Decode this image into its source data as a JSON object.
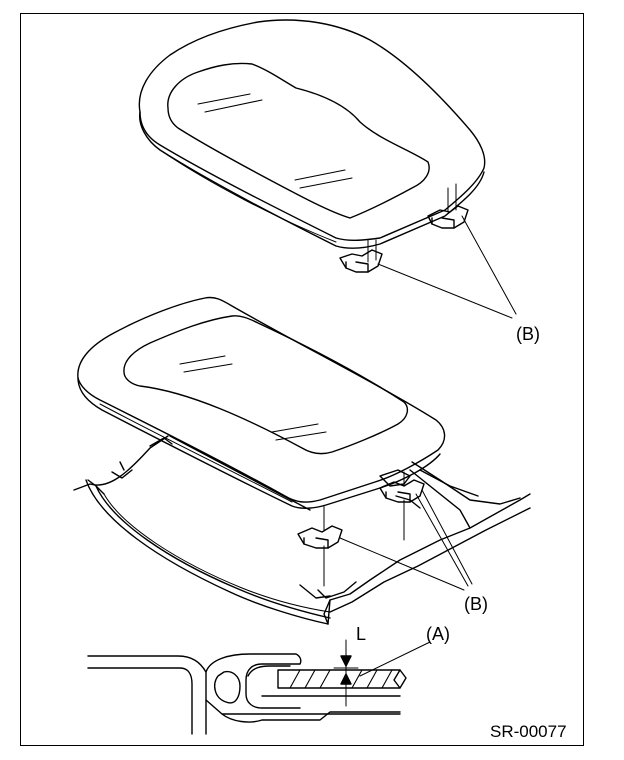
{
  "labels": {
    "b_top": "(B)",
    "b_bottom": "(B)",
    "a": "(A)",
    "l": "L",
    "code": "SR-00077"
  },
  "colors": {
    "ink": "#000000",
    "paper": "#ffffff"
  }
}
